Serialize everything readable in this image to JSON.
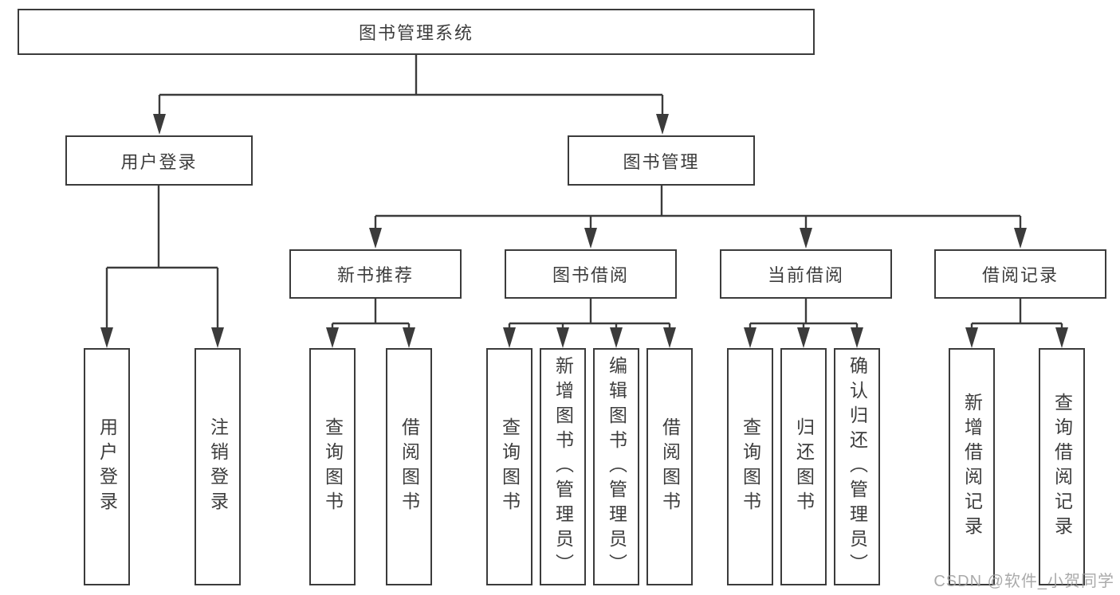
{
  "diagram": {
    "colors": {
      "line": "#3b3b3b",
      "text": "#3d3d3d",
      "watermark": "#9e9e9e"
    },
    "tree": {
      "label": "图书管理系统",
      "children": [
        {
          "label": "用户登录",
          "children": [
            {
              "label": "用户登录"
            },
            {
              "label": "注销登录"
            }
          ]
        },
        {
          "label": "图书管理",
          "children": [
            {
              "label": "新书推荐",
              "children": [
                {
                  "label": "查询图书"
                },
                {
                  "label": "借阅图书"
                }
              ]
            },
            {
              "label": "图书借阅",
              "children": [
                {
                  "label": "查询图书"
                },
                {
                  "label": "新增图书（管理员）"
                },
                {
                  "label": "编辑图书（管理员）"
                },
                {
                  "label": "借阅图书"
                }
              ]
            },
            {
              "label": "当前借阅",
              "children": [
                {
                  "label": "查询图书"
                },
                {
                  "label": "归还图书"
                },
                {
                  "label": "确认归还（管理员）"
                }
              ]
            },
            {
              "label": "借阅记录",
              "children": [
                {
                  "label": "新增借阅记录"
                },
                {
                  "label": "查询借阅记录"
                }
              ]
            }
          ]
        }
      ]
    }
  },
  "watermark": "CSDN @软件_小贺同学"
}
